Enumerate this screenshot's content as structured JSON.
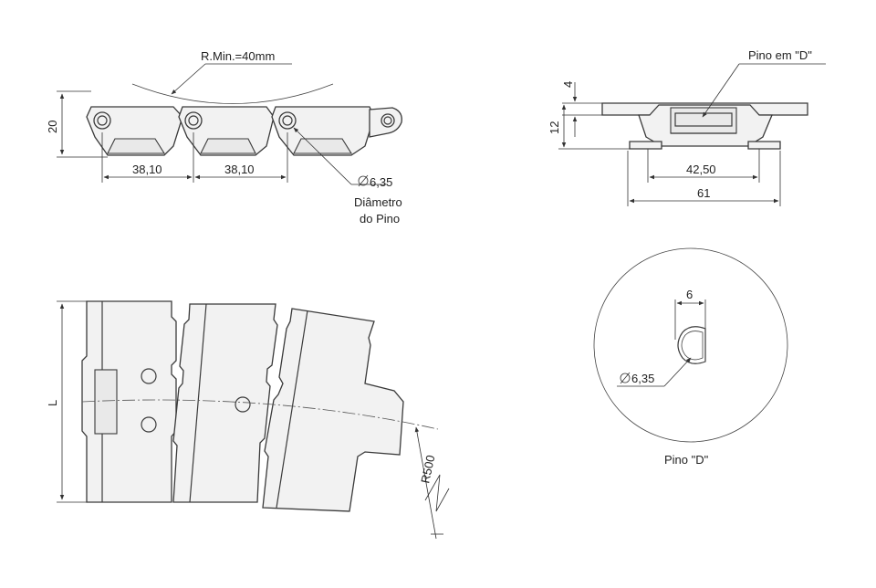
{
  "side_view": {
    "radius_label": "R.Min.=40mm",
    "height_dim": "20",
    "pitch_1": "38,10",
    "pitch_2": "38,10",
    "pin_diameter": "6,35",
    "pin_label_line1": "Diâmetro",
    "pin_label_line2": "do Pino"
  },
  "front_view": {
    "pin_label": "Pino em \"D\"",
    "dim_top": "4",
    "dim_side": "12",
    "width_inner": "42,50",
    "width_outer": "61"
  },
  "top_view": {
    "length_label": "L",
    "radius_label": "R500"
  },
  "pin_detail": {
    "flat_dim": "6",
    "diameter": "6,35",
    "caption": "Pino \"D\""
  }
}
